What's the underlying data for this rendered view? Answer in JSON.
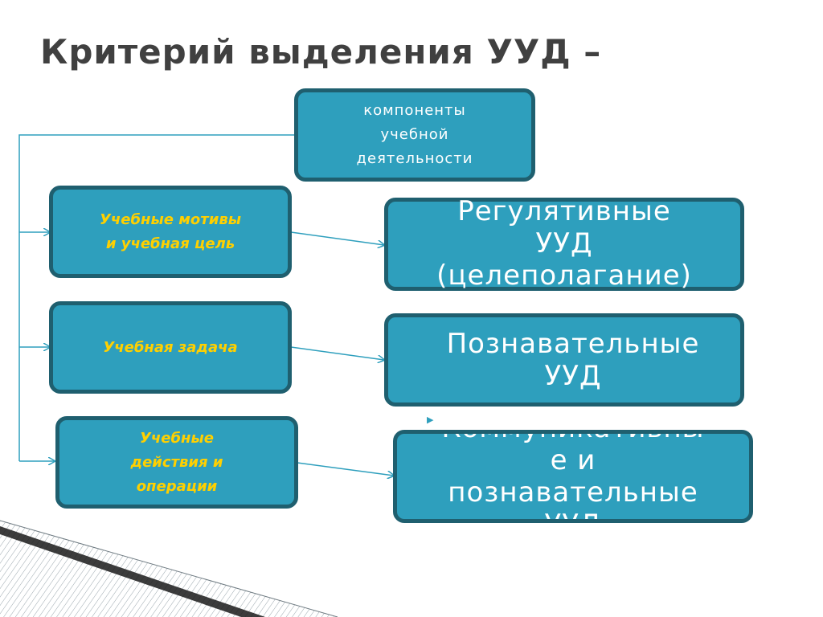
{
  "title": "Критерий выделения УУД –",
  "top_node": {
    "label": "компоненты\nучебной\nдеятельности"
  },
  "left_nodes": [
    {
      "label": "Учебные мотивы\nи учебная цель"
    },
    {
      "label": "Учебная задача"
    },
    {
      "label": "Учебные\nдействия и\nоперации"
    }
  ],
  "right_nodes": [
    {
      "label": "Регулятивные\nУУД\n(целеполагание)"
    },
    {
      "label": "Познавательные\nУУД"
    },
    {
      "label": "Коммуникативны\nе и\nпознавательные\nУУД"
    }
  ],
  "colors": {
    "box_fill": "#2e9fbd",
    "box_border": "#1f5f6f",
    "left_text": "#ffd000",
    "connector": "#2e9fbd",
    "title_text": "#404040"
  }
}
